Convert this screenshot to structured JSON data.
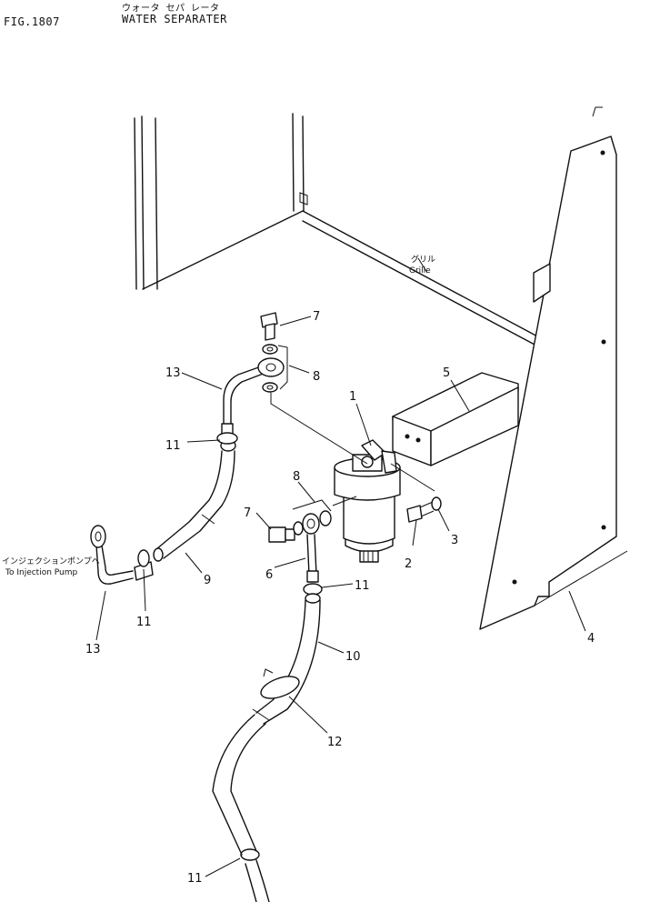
{
  "header": {
    "fig_no": "FIG.1807",
    "title_jp": "ウォータ セパ レータ",
    "title_en": "WATER SEPARATER"
  },
  "labels": {
    "grille_jp": "グリル",
    "grille_en": "Grille",
    "pump_jp": "インジェクションポンプへ",
    "pump_en": "To Injection Pump"
  },
  "callouts": {
    "c1": "1",
    "c2": "2",
    "c3": "3",
    "c4": "4",
    "c5": "5",
    "c6": "6",
    "c7a": "7",
    "c7b": "7",
    "c8a": "8",
    "c8b": "8",
    "c9": "9",
    "c10": "10",
    "c11a": "11",
    "c11b": "11",
    "c11c": "11",
    "c11d": "11",
    "c12": "12",
    "c13a": "13",
    "c13b": "13"
  }
}
